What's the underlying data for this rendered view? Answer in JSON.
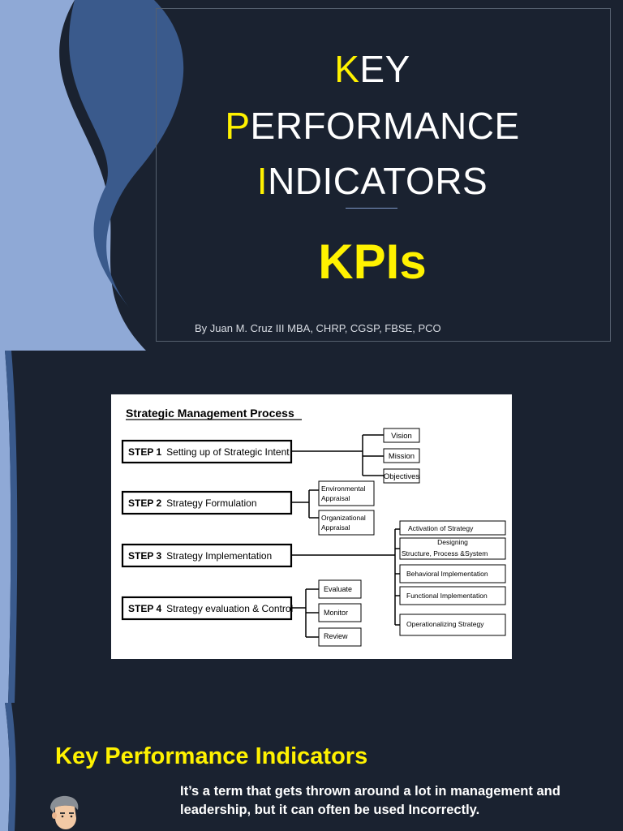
{
  "slide1": {
    "title_lines": [
      {
        "first": "K",
        "rest": "EY"
      },
      {
        "first": "P",
        "rest": "ERFORMANCE"
      },
      {
        "first": "I",
        "rest": "NDICATORS"
      }
    ],
    "acronym": "KPIs",
    "byline": "By Juan M. Cruz III MBA, CHRP, CGSP, FBSE, PCO"
  },
  "slide2": {
    "diagram": {
      "title": "Strategic Management Process",
      "steps": [
        {
          "num": "STEP 1",
          "label": "Setting up of Strategic Intent"
        },
        {
          "num": "STEP 2",
          "label": "Strategy Formulation"
        },
        {
          "num": "STEP 3",
          "label": "Strategy Implementation"
        },
        {
          "num": "STEP 4",
          "label": "Strategy evaluation & Control"
        }
      ],
      "step1_children": [
        "Vision",
        "Mission",
        "Objectives"
      ],
      "step2_children": [
        [
          "Environmental",
          "Appraisal"
        ],
        [
          "Organizational",
          "Appraisal"
        ]
      ],
      "step3_children": [
        "Activation of Strategy",
        [
          "Designing",
          "Structure, Process &System"
        ],
        "Behavioral Implementation",
        "Functional Implementation",
        "Operationalizing Strategy"
      ],
      "step4_children": [
        "Evaluate",
        "Monitor",
        "Review"
      ]
    }
  },
  "slide3": {
    "heading": "Key Performance Indicators",
    "body": "It’s a term that gets thrown around a lot in management and leadership, but it can often be used Incorrectly."
  },
  "colors": {
    "background": "#1a2230",
    "accent_yellow": "#fff200",
    "wave_light": "#8fa9d6",
    "wave_dark": "#3a5a8c"
  }
}
